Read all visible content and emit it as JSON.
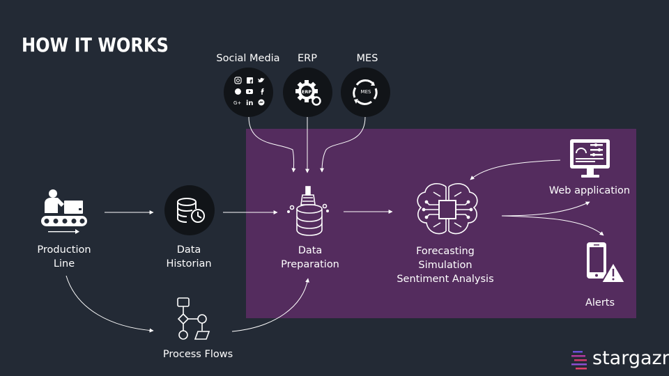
{
  "title": "HOW IT WORKS",
  "colors": {
    "background": "#232a35",
    "panel": "#542c5e",
    "icon_circle": "#111418",
    "line": "#ffffff"
  },
  "sources": {
    "social_media": "Social Media",
    "erp": "ERP",
    "mes": "MES"
  },
  "icon_texts": {
    "erp": "ERP",
    "mes": "MES"
  },
  "nodes": {
    "production_line": {
      "line1": "Production",
      "line2": "Line"
    },
    "data_historian": {
      "line1": "Data",
      "line2": "Historian"
    },
    "data_preparation": {
      "line1": "Data",
      "line2": "Preparation"
    },
    "process_flows": "Process Flows",
    "forecasting": {
      "line1": "Forecasting",
      "line2": "Simulation",
      "line3": "Sentiment Analysis"
    },
    "web_application": "Web application",
    "alerts": "Alerts"
  },
  "brand": "stargazr"
}
